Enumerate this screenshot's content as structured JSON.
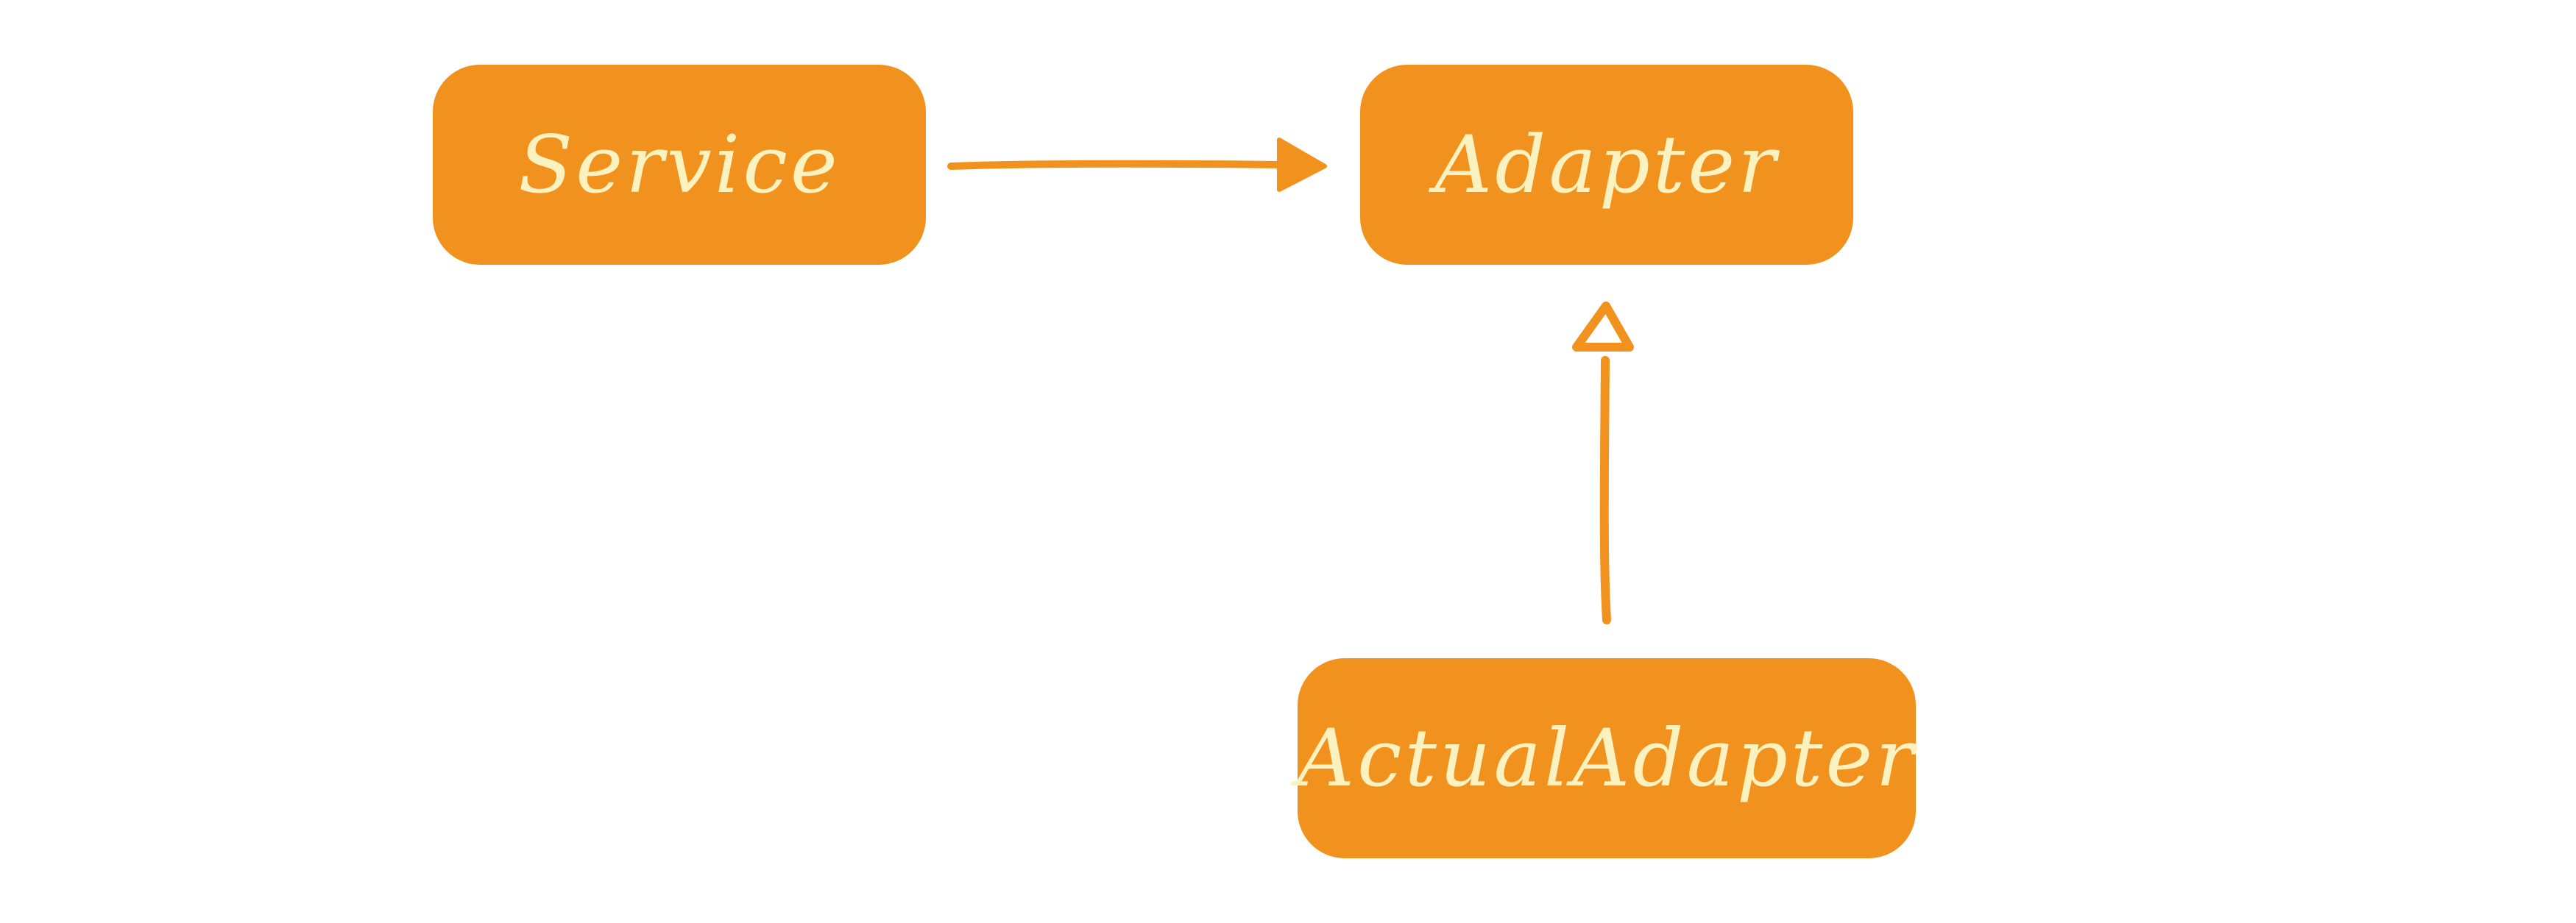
{
  "diagram": {
    "colors": {
      "node_fill": "#F1911E",
      "node_text": "#FBF2C0",
      "edge": "#F1911E",
      "background": "#FFFFFF"
    },
    "nodes": [
      {
        "id": "service",
        "label": "Service"
      },
      {
        "id": "adapter",
        "label": "Adapter"
      },
      {
        "id": "actual_adapter",
        "label": "ActualAdapter"
      }
    ],
    "edges": [
      {
        "from": "service",
        "to": "adapter",
        "kind": "association",
        "arrowhead": "filled"
      },
      {
        "from": "actual_adapter",
        "to": "adapter",
        "kind": "inheritance",
        "arrowhead": "hollow-triangle"
      }
    ]
  }
}
